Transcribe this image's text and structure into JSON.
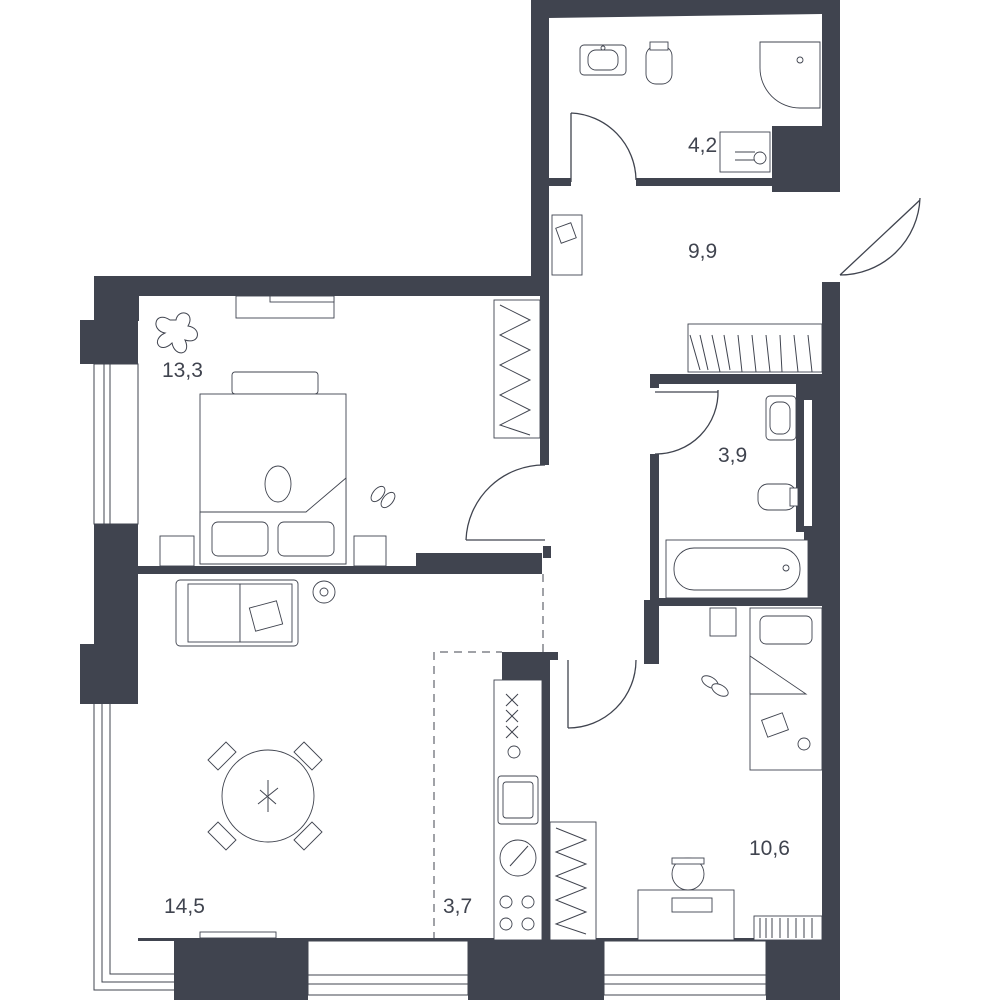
{
  "plan": {
    "wall_color": "#40444f",
    "background": "#ffffff",
    "rooms": [
      {
        "id": "bathroom-small",
        "area": "4,2"
      },
      {
        "id": "hallway",
        "area": "9,9"
      },
      {
        "id": "bedroom-main",
        "area": "13,3"
      },
      {
        "id": "bathroom",
        "area": "3,9"
      },
      {
        "id": "living-room",
        "area": "14,5"
      },
      {
        "id": "kitchen",
        "area": "3,7"
      },
      {
        "id": "bedroom-second",
        "area": "10,6"
      }
    ]
  }
}
